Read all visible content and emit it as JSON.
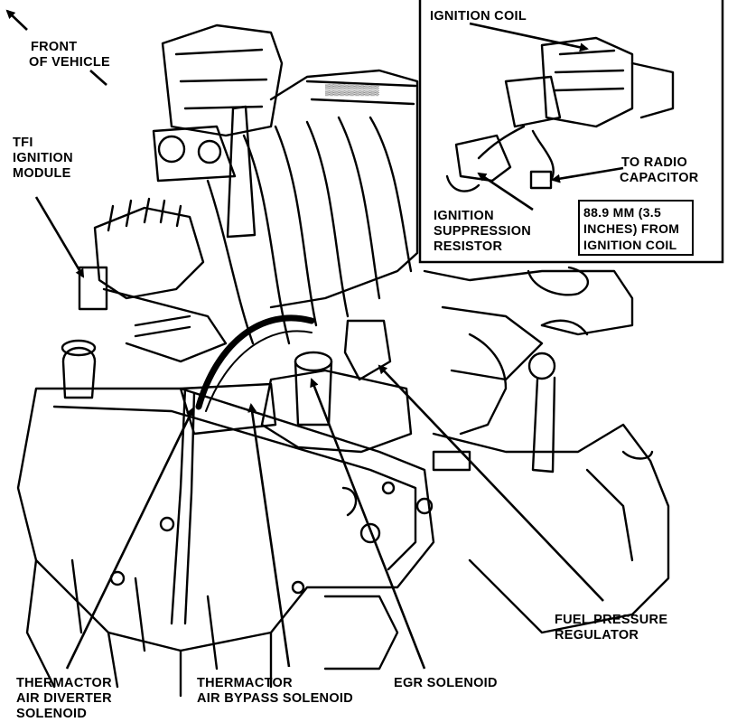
{
  "labels": {
    "front_of_vehicle": [
      "FRONT",
      "OF VEHICLE"
    ],
    "tfi_module": [
      "TFI",
      "IGNITION",
      "MODULE"
    ],
    "ignition_coil": "IGNITION COIL",
    "to_radio_capacitor": [
      "TO RADIO",
      "CAPACITOR"
    ],
    "suppression_resistor": [
      "IGNITION",
      "SUPPRESSION",
      "RESISTOR"
    ],
    "distance_note": [
      "88.9 mm (3.5",
      "INCHES) FROM",
      "IGNITION COIL"
    ],
    "fuel_pressure_regulator": [
      "FUEL PRESSURE",
      "REGULATOR"
    ],
    "thermactor_air_diverter": [
      "THERMACTOR",
      "AIR DIVERTER",
      "SOLENOID"
    ],
    "thermactor_air_bypass": [
      "THERMACTOR",
      "AIR BYPASS SOLENOID"
    ],
    "egr_solenoid": "EGR SOLENOID"
  },
  "colors": {
    "ink": "#000000",
    "paper": "#ffffff"
  }
}
